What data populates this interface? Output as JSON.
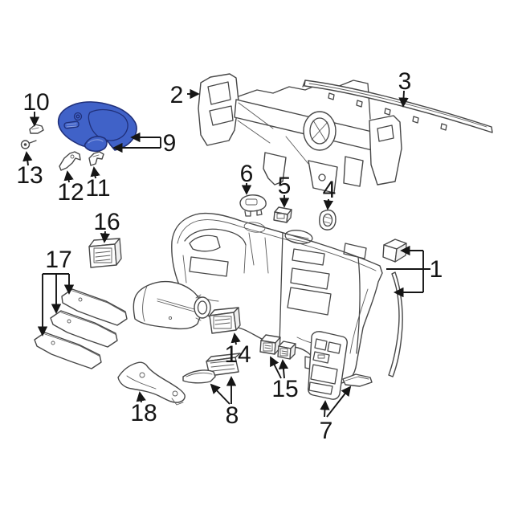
{
  "diagram": {
    "kind": "exploded-parts-diagram",
    "colors": {
      "background": "#ffffff",
      "artwork_line": "#474747",
      "callout_line": "#151515",
      "highlight_fill": "#4062c8",
      "highlight_stroke": "#20307a"
    },
    "callouts": [
      {
        "label": "1"
      },
      {
        "label": "2"
      },
      {
        "label": "3"
      },
      {
        "label": "4"
      },
      {
        "label": "5"
      },
      {
        "label": "6"
      },
      {
        "label": "7"
      },
      {
        "label": "8"
      },
      {
        "label": "9"
      },
      {
        "label": "10"
      },
      {
        "label": "11"
      },
      {
        "label": "12"
      },
      {
        "label": "13"
      },
      {
        "label": "14"
      },
      {
        "label": "15"
      },
      {
        "label": "16"
      },
      {
        "label": "17"
      },
      {
        "label": "18"
      }
    ]
  }
}
